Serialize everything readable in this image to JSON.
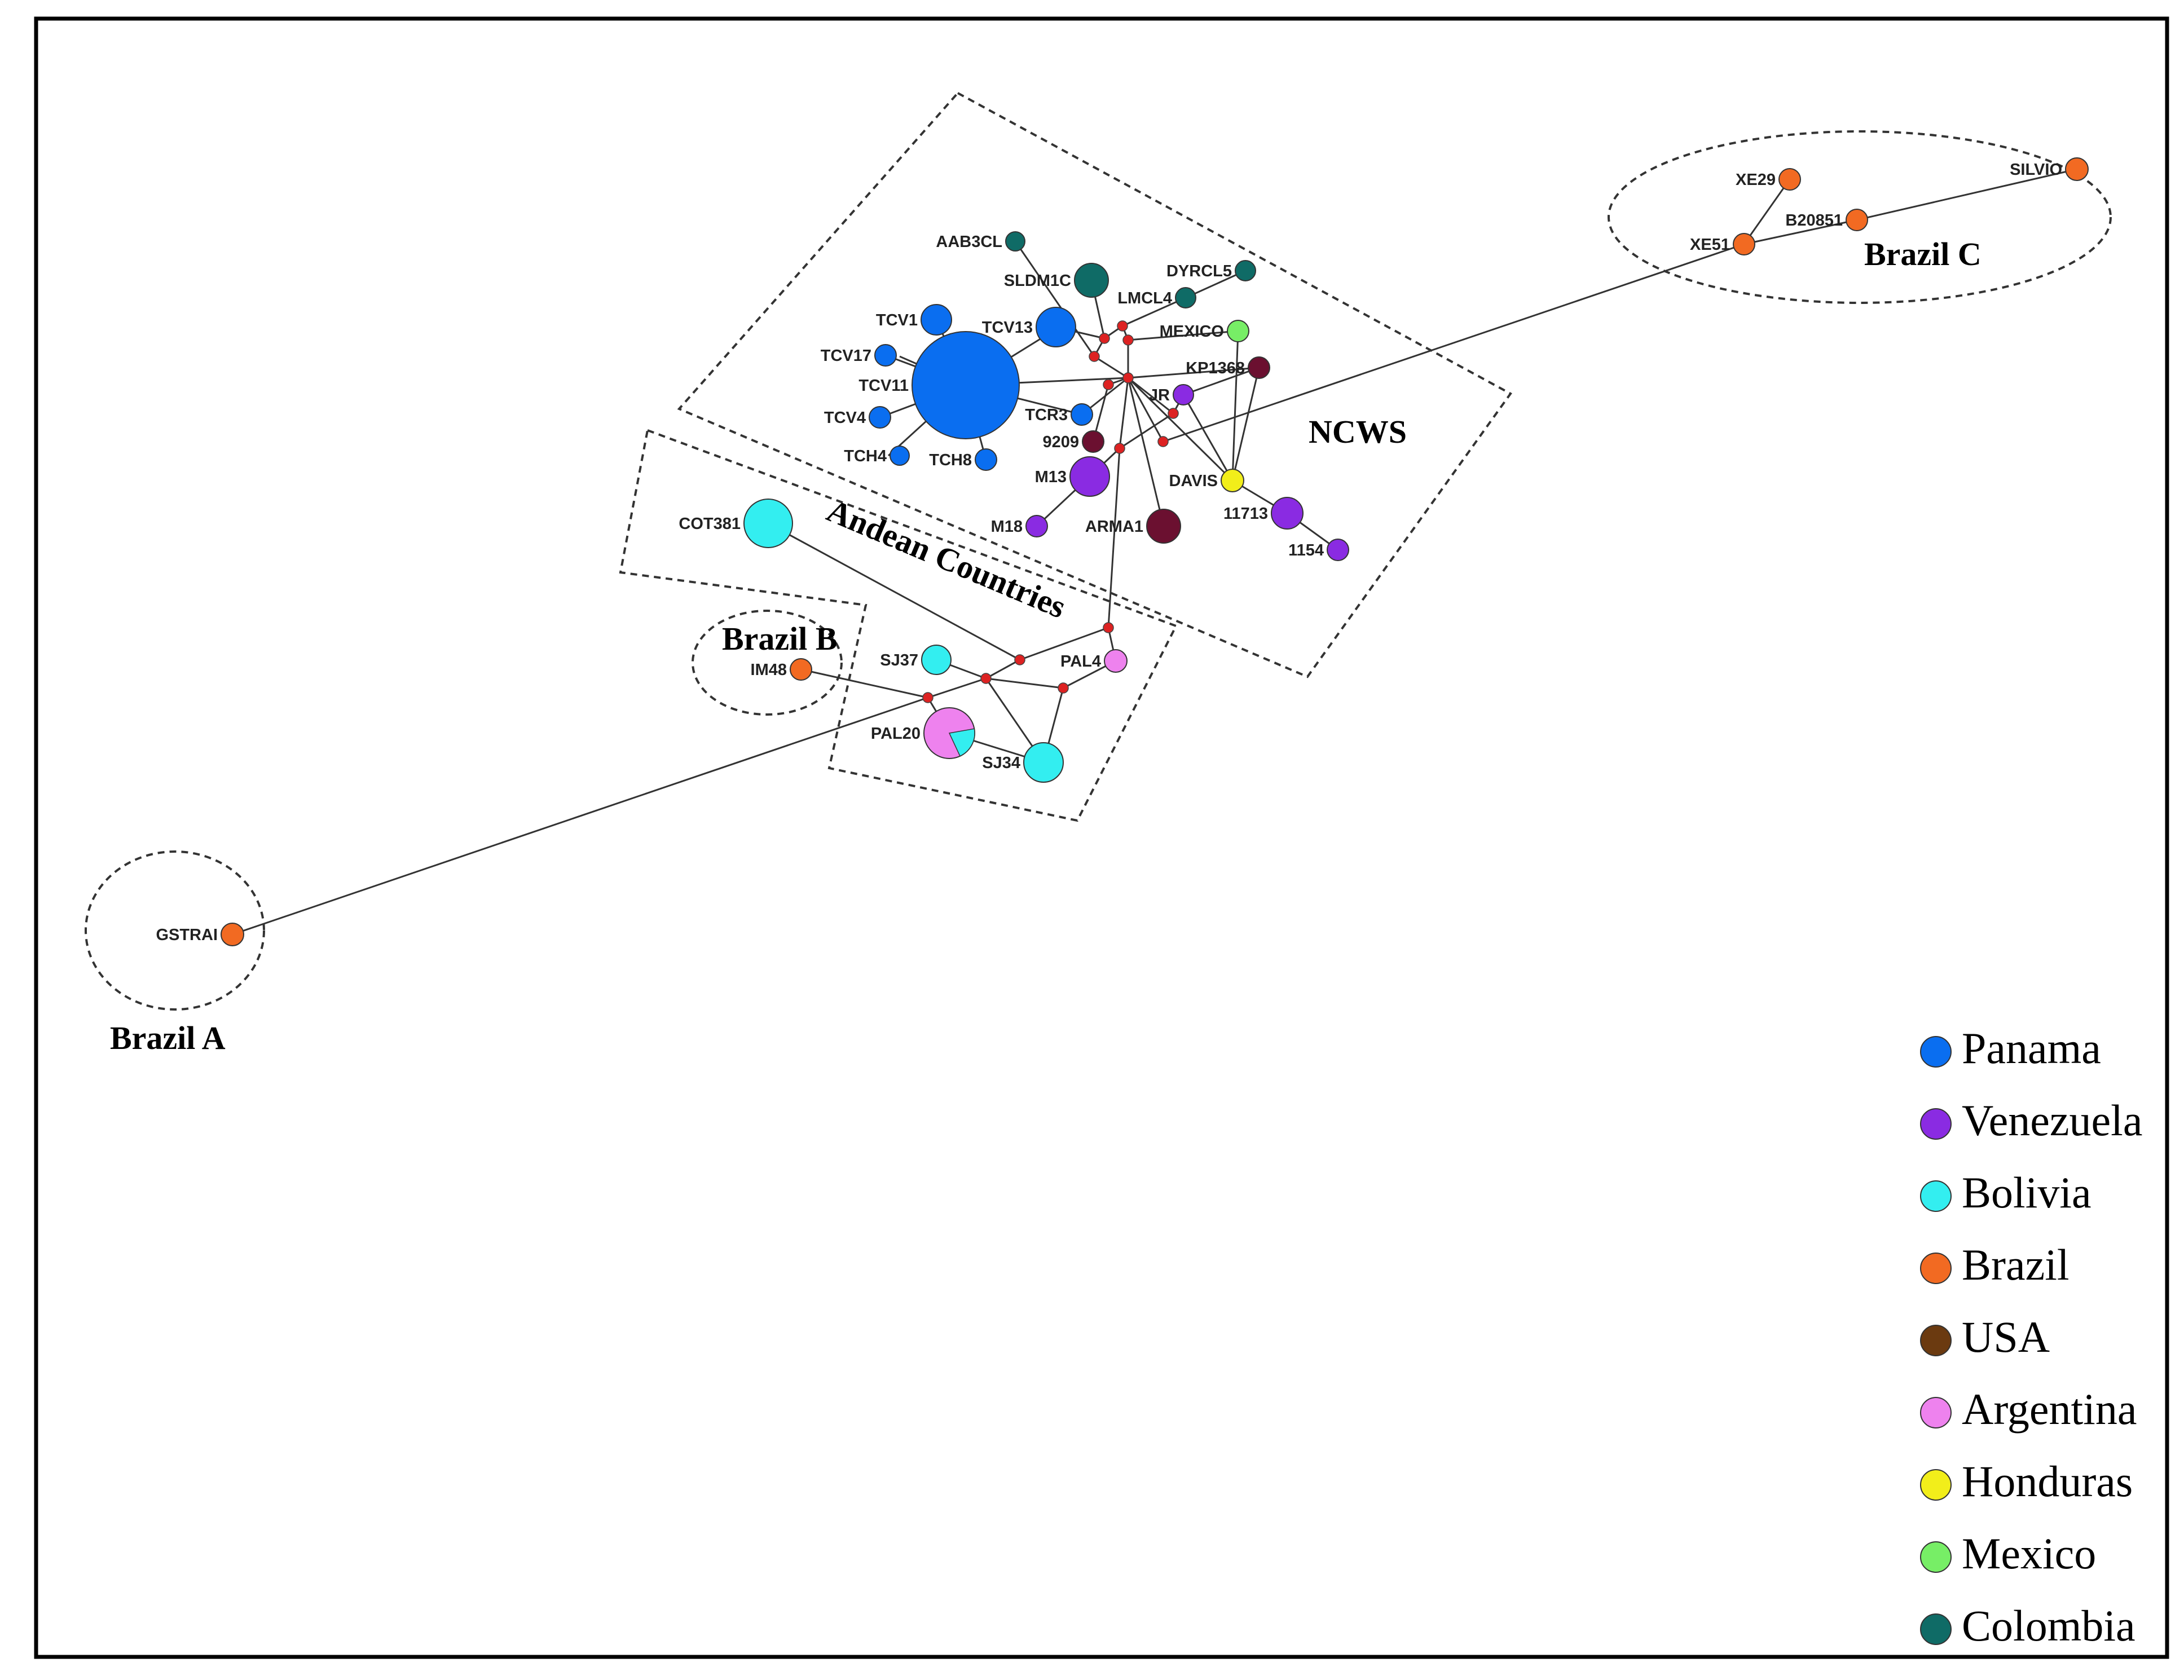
{
  "groups": {
    "ncws": "NCWS",
    "andean": "Andean Countries",
    "brazil_a": "Brazil A",
    "brazil_b": "Brazil B",
    "brazil_c": "Brazil C"
  },
  "colors": {
    "panama": "#0a6ef0",
    "venezuela": "#8a2be2",
    "bolivia": "#33eef0",
    "brazil": "#f26a22",
    "usa": "#6b1030",
    "argentina": "#ee82ee",
    "honduras": "#f2ee1a",
    "mexico": "#77ee66",
    "colombia": "#0f6b66",
    "median_vector": "#dd2222",
    "legend_usa": "#6b3a10"
  },
  "legend": [
    {
      "label": "Panama",
      "color": "#0a6ef0"
    },
    {
      "label": "Venezuela",
      "color": "#8a2be2"
    },
    {
      "label": "Bolivia",
      "color": "#33eef0"
    },
    {
      "label": "Brazil",
      "color": "#f26a22"
    },
    {
      "label": "USA",
      "color": "#6b3a10"
    },
    {
      "label": "Argentina",
      "color": "#ee82ee"
    },
    {
      "label": "Honduras",
      "color": "#f2ee1a"
    },
    {
      "label": "Mexico",
      "color": "#77ee66"
    },
    {
      "label": "Colombia",
      "color": "#0f6b66"
    }
  ],
  "nodes": [
    {
      "id": "AAB3CL",
      "label": "AAB3CL",
      "country": "colombia"
    },
    {
      "id": "SLDM1C",
      "label": "SLDM1C",
      "country": "colombia"
    },
    {
      "id": "DYRCL5",
      "label": "DYRCL5",
      "country": "colombia"
    },
    {
      "id": "LMCL4",
      "label": "LMCL4",
      "country": "colombia"
    },
    {
      "id": "MEXICO",
      "label": "MEXICO",
      "country": "mexico"
    },
    {
      "id": "TCV1",
      "label": "TCV1",
      "country": "panama"
    },
    {
      "id": "TCV13",
      "label": "TCV13",
      "country": "panama"
    },
    {
      "id": "TCV17",
      "label": "TCV17",
      "country": "panama"
    },
    {
      "id": "TCV11",
      "label": "TCV11",
      "country": "panama"
    },
    {
      "id": "TCV4",
      "label": "TCV4",
      "country": "panama"
    },
    {
      "id": "TCH4",
      "label": "TCH4",
      "country": "panama"
    },
    {
      "id": "TCH8",
      "label": "TCH8",
      "country": "panama"
    },
    {
      "id": "TCR3",
      "label": "TCR3",
      "country": "panama"
    },
    {
      "id": "KP1368",
      "label": "KP1368",
      "country": "usa"
    },
    {
      "id": "JR",
      "label": "JR",
      "country": "venezuela"
    },
    {
      "id": "9209",
      "label": "9209",
      "country": "usa"
    },
    {
      "id": "M13",
      "label": "M13",
      "country": "venezuela"
    },
    {
      "id": "DAVIS",
      "label": "DAVIS",
      "country": "honduras"
    },
    {
      "id": "M18",
      "label": "M18",
      "country": "venezuela"
    },
    {
      "id": "ARMA1",
      "label": "ARMA1",
      "country": "usa"
    },
    {
      "id": "11713",
      "label": "11713",
      "country": "venezuela"
    },
    {
      "id": "1154",
      "label": "1154",
      "country": "venezuela"
    },
    {
      "id": "COT381",
      "label": "COT381",
      "country": "bolivia"
    },
    {
      "id": "SJ37",
      "label": "SJ37",
      "country": "bolivia"
    },
    {
      "id": "PAL4",
      "label": "PAL4",
      "country": "argentina"
    },
    {
      "id": "IM48",
      "label": "IM48",
      "country": "brazil"
    },
    {
      "id": "PAL20",
      "label": "PAL20",
      "country": "argentina"
    },
    {
      "id": "SJ34",
      "label": "SJ34",
      "country": "bolivia"
    },
    {
      "id": "GSTRAI",
      "label": "GSTRAI",
      "country": "brazil"
    },
    {
      "id": "XE29",
      "label": "XE29",
      "country": "brazil"
    },
    {
      "id": "SILVIO",
      "label": "SILVIO",
      "country": "brazil"
    },
    {
      "id": "B20851",
      "label": "B20851",
      "country": "brazil"
    },
    {
      "id": "XE51",
      "label": "XE51",
      "country": "brazil"
    }
  ]
}
